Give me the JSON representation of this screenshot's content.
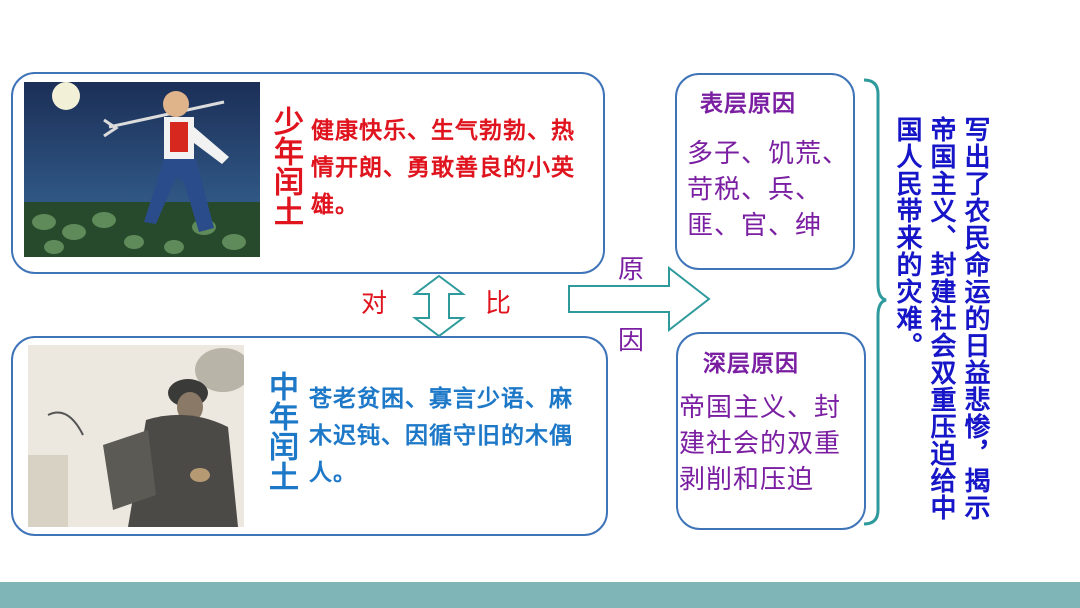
{
  "young": {
    "title": "少年闰土",
    "desc": "健康快乐、生气勃勃、热情开朗、勇敢善良的小英雄。"
  },
  "old": {
    "title": "中年闰土",
    "desc": "苍老贫困、寡言少语、麻木迟钝、因循守旧的木偶人。"
  },
  "contrast": {
    "left": "对",
    "right": "比"
  },
  "cause": {
    "top": "原",
    "bottom": "因"
  },
  "surface": {
    "title": "表层原因",
    "text": "多子、饥荒、苛税、兵、匪、官、绅"
  },
  "deep": {
    "title": "深层原因",
    "text": "帝国主义、封建社会的双重剥削和压迫"
  },
  "summary": "写出了农民命运的日益悲惨，揭示帝国主义、封建社会双重压迫给中国人民带来的灾难。",
  "colors": {
    "young_accent": "#e0141e",
    "old_accent": "#1e78c8",
    "box_border": "#3f74b8",
    "summary_text": "#1616c8",
    "reason_title": "#7b1fa2",
    "bar": "#7fb5b6"
  }
}
